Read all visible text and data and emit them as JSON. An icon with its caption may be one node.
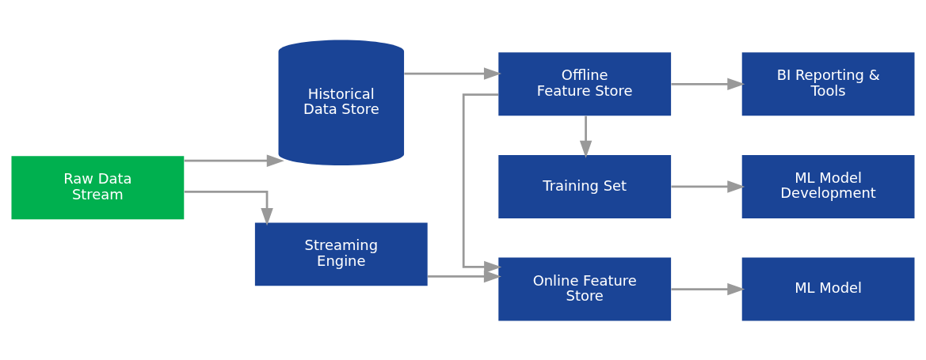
{
  "diagram": {
    "nodes": [
      {
        "text": [
          "Raw Data Stream"
        ]
      },
      {
        "text": [
          "Streaming Engine"
        ]
      },
      {
        "text": [
          "Historical Data Store"
        ]
      },
      {
        "text": [
          "Online Feature Store"
        ]
      },
      {
        "text": [
          "Offline Feature Store"
        ]
      },
      {
        "text": [
          "Training Set"
        ]
      },
      {
        "text": [
          "ML Model"
        ]
      },
      {
        "text": [
          "BI Reporting & Tools"
        ]
      },
      {
        "text": [
          "ML Model Development"
        ]
      }
    ],
    "edges": [
      {
        "from": 0,
        "to": 1,
        "arrow": "to"
      },
      {
        "from": 0,
        "to": 2,
        "arrow": "to"
      },
      {
        "from": 1,
        "to": 3,
        "arrow": "to"
      },
      {
        "from": 2,
        "to": 4,
        "arrow": "to"
      },
      {
        "from": 4,
        "to": 3,
        "arrow": "to"
      },
      {
        "from": 3,
        "to": 6,
        "arrow": "to"
      },
      {
        "from": 4,
        "to": 7,
        "arrow": "to"
      },
      {
        "from": 4,
        "to": 5,
        "arrow": "to"
      },
      {
        "from": 5,
        "to": 8,
        "arrow": "to"
      }
    ]
  }
}
